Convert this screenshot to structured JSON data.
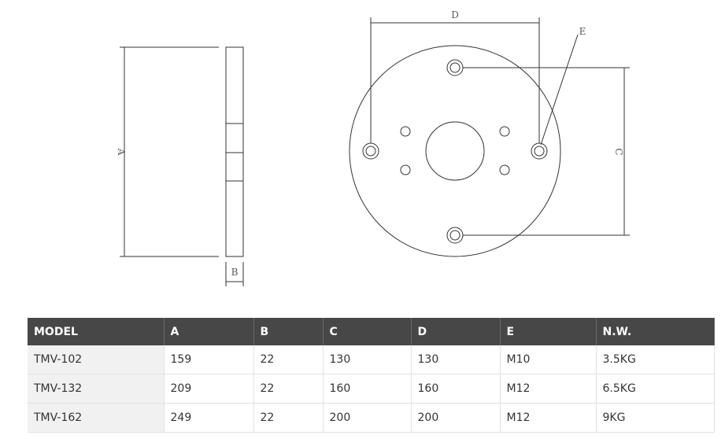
{
  "drawing": {
    "labels": {
      "a": "A",
      "b": "B",
      "c": "C",
      "d": "D",
      "e": "E"
    }
  },
  "table": {
    "headers": [
      "MODEL",
      "A",
      "B",
      "C",
      "D",
      "E",
      "N.W."
    ],
    "rows": [
      [
        "TMV-102",
        "159",
        "22",
        "130",
        "130",
        "M10",
        "3.5KG"
      ],
      [
        "TMV-132",
        "209",
        "22",
        "160",
        "160",
        "M12",
        "6.5KG"
      ],
      [
        "TMV-162",
        "249",
        "22",
        "200",
        "200",
        "M12",
        "9KG"
      ]
    ]
  }
}
